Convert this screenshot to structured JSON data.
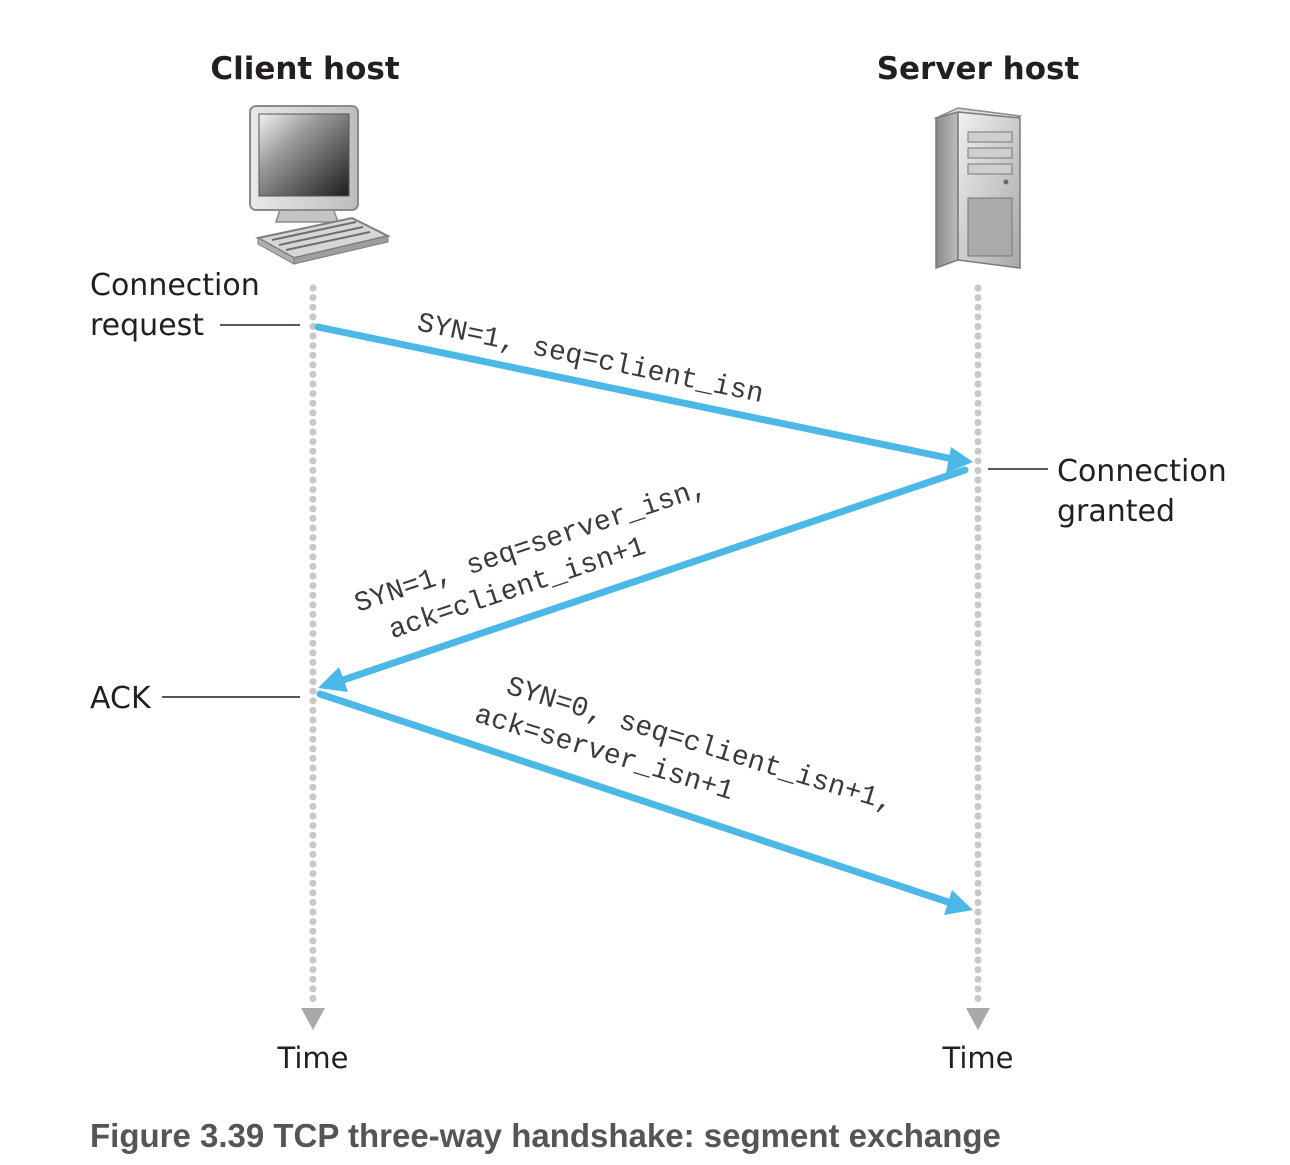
{
  "hosts": {
    "client": {
      "label": "Client host",
      "icon": "desktop-computer-icon"
    },
    "server": {
      "label": "Server host",
      "icon": "tower-server-icon"
    }
  },
  "events": {
    "connection_request": [
      "Connection",
      "request"
    ],
    "connection_granted": [
      "Connection",
      "granted"
    ],
    "ack": "ACK"
  },
  "messages": [
    {
      "lines": [
        "SYN=1, seq=client_isn"
      ]
    },
    {
      "lines": [
        "SYN=1, seq=server_isn,",
        "ack=client_isn+1"
      ]
    },
    {
      "lines": [
        "SYN=0, seq=client_isn+1,",
        "ack=server_isn+1"
      ]
    }
  ],
  "timeline": {
    "client_label": "Time",
    "server_label": "Time"
  },
  "caption": "Figure 3.39 TCP three-way handshake: segment exchange",
  "colors": {
    "arrow": "#4cb8e8",
    "timeline_dots": "#c8c8c8",
    "timeline_arrow": "#a9a9a9",
    "text": "#231f20",
    "caption": "#555555"
  }
}
